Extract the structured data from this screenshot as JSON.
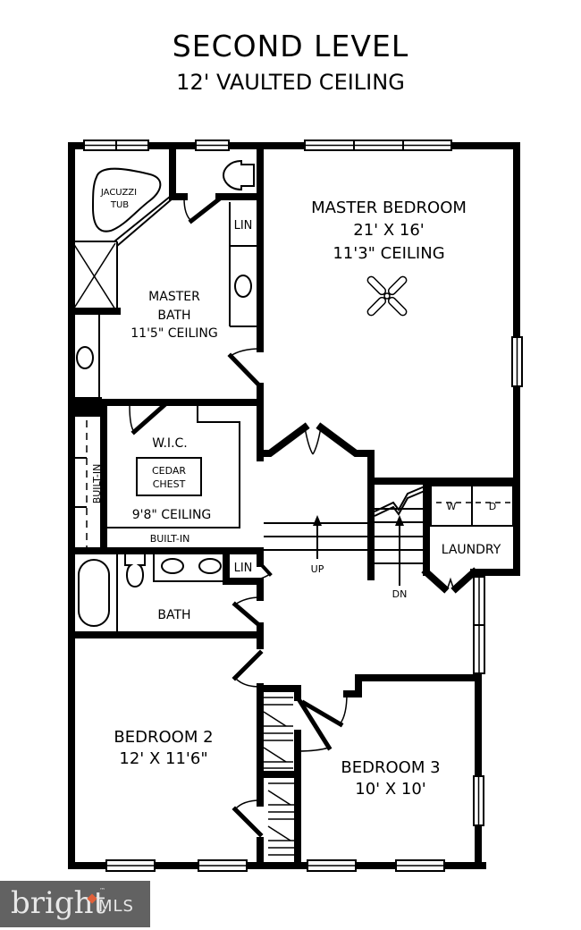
{
  "header": {
    "title": "SECOND LEVEL",
    "subtitle": "12' VAULTED CEILING"
  },
  "rooms": {
    "master_bedroom": {
      "name": "MASTER BEDROOM",
      "size": "21' X 16'",
      "ceiling": "11'3\" CEILING"
    },
    "master_bath": {
      "line1": "MASTER",
      "line2": "BATH",
      "ceiling": "11'5\" CEILING"
    },
    "jacuzzi": {
      "line1": "JACUZZI",
      "line2": "TUB"
    },
    "wic": {
      "name": "W.I.C.",
      "ceiling": "9'8\" CEILING"
    },
    "cedar_chest": {
      "line1": "CEDAR",
      "line2": "CHEST"
    },
    "built_in_vertical": "BUILT-IN",
    "built_in_horizontal": "BUILT-IN",
    "lin_master": "LIN",
    "lin_bath": "LIN",
    "bath": "BATH",
    "laundry": "LAUNDRY",
    "washer": "W",
    "dryer": "D",
    "stairs_up": "UP",
    "stairs_down": "DN",
    "bedroom2": {
      "name": "BEDROOM 2",
      "size": "12' X 11'6\""
    },
    "bedroom3": {
      "name": "BEDROOM 3",
      "size": "10' X 10'"
    }
  },
  "watermark": {
    "brand": "bright",
    "suffix": "MLS",
    "trademark": "™",
    "background": "#626262",
    "accent": "#e0603a"
  }
}
